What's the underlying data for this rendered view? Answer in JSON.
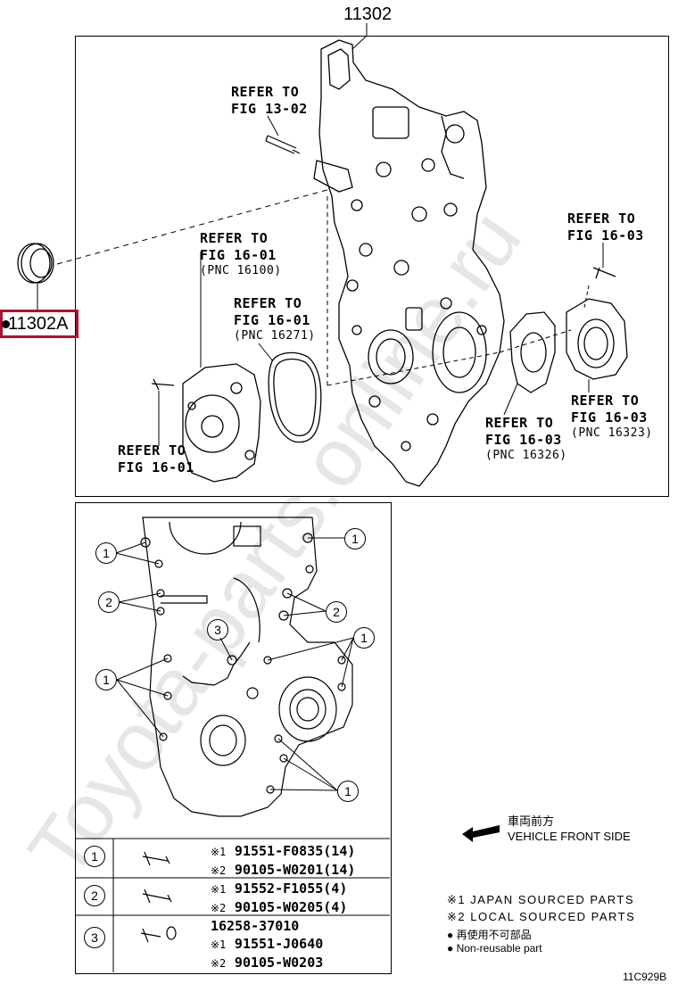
{
  "main_part": "11302",
  "callout_part": "11302A",
  "refs": {
    "fig_13_02": [
      "REFER TO",
      "FIG 13-02"
    ],
    "fig_16_01_a": [
      "REFER TO",
      "FIG 16-01",
      "(PNC 16100)"
    ],
    "fig_16_01_b": [
      "REFER TO",
      "FIG 16-01",
      "(PNC 16271)"
    ],
    "fig_16_01_c": [
      "REFER TO",
      "FIG 16-01"
    ],
    "fig_16_03_a": [
      "REFER TO",
      "FIG 16-03"
    ],
    "fig_16_03_b": [
      "REFER TO",
      "FIG 16-03",
      "(PNC 16326)"
    ],
    "fig_16_03_c": [
      "REFER TO",
      "FIG 16-03",
      "(PNC 16323)"
    ]
  },
  "callout_numbers": [
    "1",
    "2",
    "3"
  ],
  "bolt_table": [
    {
      "id": "1",
      "lines": [
        {
          "mark": "※1",
          "pn": "91551-F0835(14)"
        },
        {
          "mark": "※2",
          "pn": "90105-W0201(14)"
        }
      ]
    },
    {
      "id": "2",
      "lines": [
        {
          "mark": "※1",
          "pn": "91552-F1055(4)"
        },
        {
          "mark": "※2",
          "pn": "90105-W0205(4)"
        }
      ]
    },
    {
      "id": "3",
      "lines": [
        {
          "mark": "",
          "pn": "16258-37010"
        },
        {
          "mark": "※1",
          "pn": "91551-J0640"
        },
        {
          "mark": "※2",
          "pn": "90105-W0203"
        }
      ]
    }
  ],
  "direction": {
    "jp": "車両前方",
    "en": "VEHICLE FRONT SIDE"
  },
  "legend": {
    "l1": "※1 JAPAN SOURCED PARTS",
    "l2": "※2 LOCAL SOURCED PARTS",
    "l3": "● 再使用不可部品",
    "l4": "● Non-reusable part"
  },
  "figure_code": "11C929B",
  "watermark": "Toyota-parts.online.ru"
}
